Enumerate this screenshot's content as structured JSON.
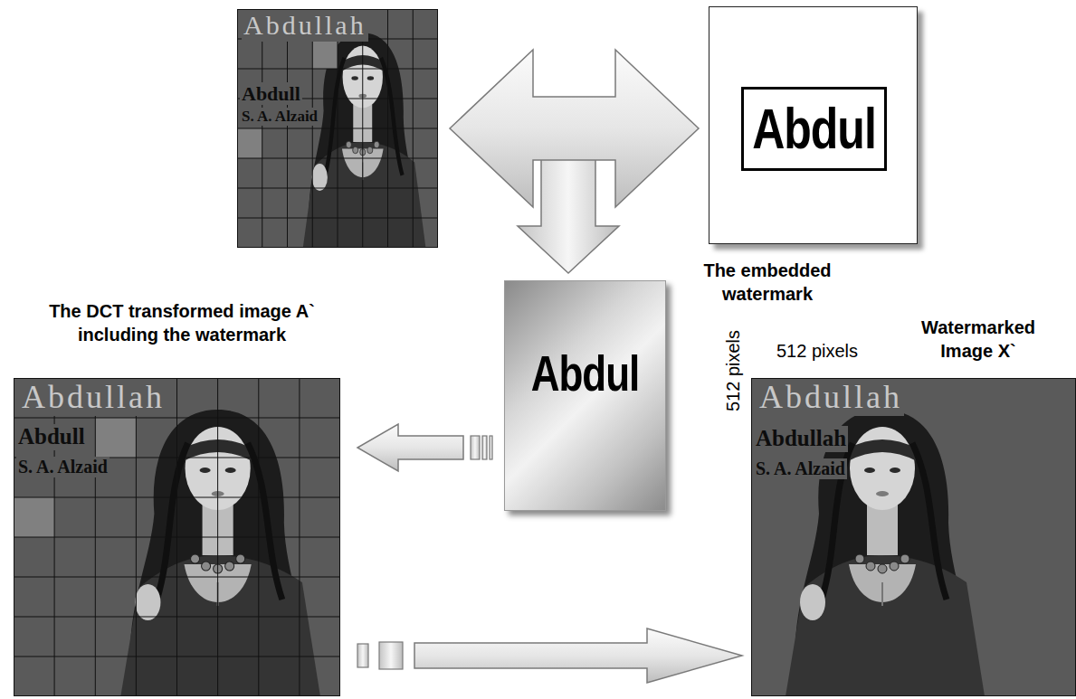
{
  "diagram": {
    "nodes": [
      {
        "text": [
          "Abdullah",
          "Abdull",
          "S. A. Alzaid"
        ]
      },
      {
        "text": []
      },
      {
        "text": [
          "Abdul"
        ],
        "in": 1
      },
      {
        "text": [
          "Abdul"
        ]
      },
      {
        "text": [
          "The DCT transformed image A` including the watermark",
          "Abdullah",
          "Abdull",
          "S. A. Alzaid"
        ]
      },
      {
        "text": [
          "Watermarked Image X`",
          "Abdullah",
          "Abdullah",
          "S. A. Alzaid"
        ]
      }
    ],
    "edges": [
      {
        "from": 0,
        "to": 1,
        "arrow": "both"
      },
      {
        "from": 3,
        "to": 4,
        "arrow": "to"
      },
      {
        "from": 4,
        "to": 5,
        "arrow": "to"
      }
    ],
    "labels": [
      "The embedded watermark",
      "512 pixels",
      "512 pixels"
    ]
  }
}
